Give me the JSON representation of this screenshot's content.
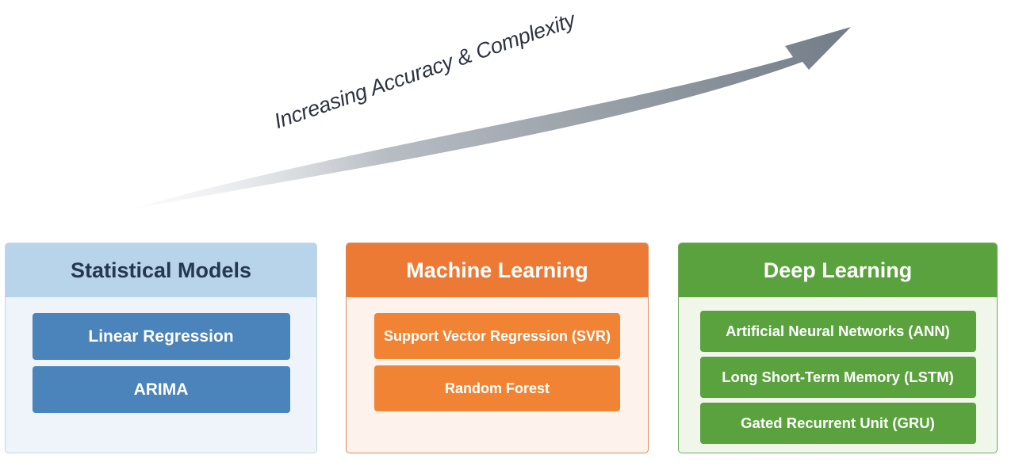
{
  "arrow": {
    "label": "Increasing Accuracy & Complexity",
    "color": "#7b8590"
  },
  "panels": [
    {
      "title": "Statistical Models",
      "color": "#4a84ba",
      "items": [
        "Linear Regression",
        "ARIMA"
      ]
    },
    {
      "title": "Machine Learning",
      "color": "#ec7a35",
      "items": [
        "Support Vector Regression (SVR)",
        "Random Forest"
      ]
    },
    {
      "title": "Deep Learning",
      "color": "#5aa23e",
      "items": [
        "Artificial Neural Networks (ANN)",
        "Long Short-Term Memory (LSTM)",
        "Gated Recurrent Unit (GRU)"
      ]
    }
  ]
}
